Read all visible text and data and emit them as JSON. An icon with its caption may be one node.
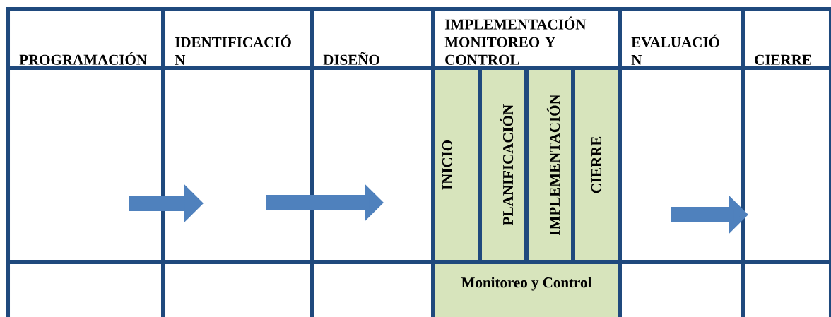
{
  "diagram": {
    "nodes": [
      {
        "text": [
          "PROGRAMACIÓN"
        ]
      },
      {
        "text": [
          "IDENTIFICACIÓ N"
        ]
      },
      {
        "text": [
          "DISEÑO"
        ]
      },
      {
        "text": [
          "IMPLEMENTACIÓN MONITOREO Y CONTROL"
        ]
      },
      {
        "text": [
          "INICIO"
        ],
        "in": 3
      },
      {
        "text": [
          "PLANIFICACIÓN"
        ],
        "in": 3
      },
      {
        "text": [
          "IMPLEMENTACIÓN"
        ],
        "in": 3
      },
      {
        "text": [
          "CIERRE"
        ],
        "in": 3
      },
      {
        "text": [
          "Monitoreo y Control"
        ],
        "in": 3
      },
      {
        "text": [
          "EVALUACIÓ N"
        ]
      },
      {
        "text": [
          "CIERRE"
        ]
      }
    ],
    "edges": [
      {
        "from": 0,
        "to": 1,
        "arrow": "to"
      },
      {
        "from": 1,
        "to": 2,
        "arrow": "to"
      },
      {
        "from": 9,
        "to": 10,
        "arrow": "to"
      }
    ]
  }
}
